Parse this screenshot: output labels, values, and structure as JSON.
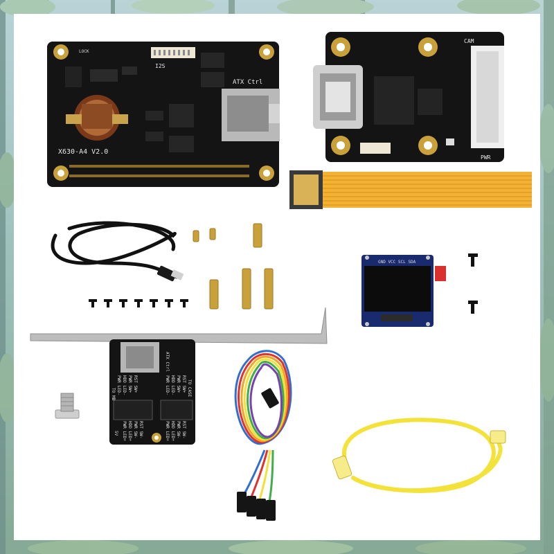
{
  "colors": {
    "frame_forest": "#9fc0c4",
    "panel": "#ffffff",
    "pcb": "#141414",
    "gold": "#c9a13a",
    "ribbon": "#f2b234",
    "cable_yellow": "#f3e23a",
    "oled_blue": "#1a2a6e",
    "rainbow": [
      "#2f6fd0",
      "#e0312e",
      "#f1a526",
      "#f2e13a",
      "#3fae49",
      "#7a3fb0",
      "#e96fa0",
      "#777777"
    ]
  },
  "boards": {
    "atx": {
      "model": "X630-A4 V2.0",
      "i2s": "I2S",
      "atx_ctrl": "ATX Ctrl",
      "lock": "LOCK"
    },
    "hdmi": {
      "cam": "CAM",
      "pwr": "PWR"
    },
    "oled": {
      "pins": "GND VCC SCL SDA"
    },
    "pcie": {
      "atx_ctrl": "ATX Ctrl",
      "to_case": "TO CASE",
      "to_mb": "TO MB",
      "col1": [
        "PWR LED-",
        "HDD LED-",
        "PWR SW+",
        "RST SW+"
      ],
      "col2": [
        "PWR LED+",
        "HDD LED+",
        "PWR SW-",
        "RST SW-"
      ],
      "col3": [
        "PWR LED-",
        "HDD LED-",
        "PWR SW+",
        "RST SW+"
      ],
      "col4": [
        "PWR LED+",
        "HDD LED+",
        "PWR SW-",
        "RST SW-"
      ],
      "edge": "5V"
    }
  }
}
